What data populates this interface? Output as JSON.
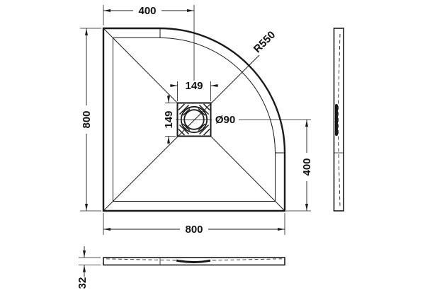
{
  "drawing": {
    "type": "quadrant-shower-tray-technical-drawing",
    "units_implied": "mm",
    "colors": {
      "line": "#1a1a1a",
      "background": "#ffffff"
    },
    "labels": {
      "top_width": "400",
      "left_height": "800",
      "bottom_width": "800",
      "right_height": "400",
      "waste_width": "149",
      "waste_height": "149",
      "waste_diameter": "Ø90",
      "corner_radius": "R550",
      "tray_thickness": "32"
    },
    "views": {
      "plan": "top view with quadrant curve R550, central square waste with Ø90 drain",
      "side": "right side elevation, 800 long",
      "front": "bottom front elevation, 32 thick"
    }
  }
}
